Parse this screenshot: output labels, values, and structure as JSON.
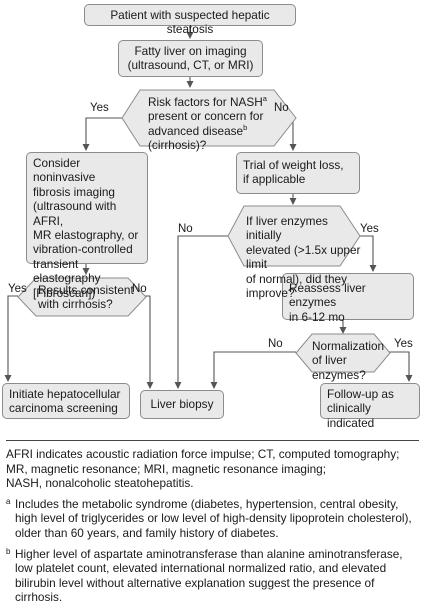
{
  "flow": {
    "start": "Patient with suspected hepatic steatosis",
    "fatty_liver": [
      "Fatty liver on imaging",
      "(ultrasound, CT, or MRI)"
    ],
    "risk_q": {
      "l1": "Risk factors for NASH",
      "l1_sup": "a",
      "l2": "present or concern for",
      "l3": "advanced disease",
      "l3_sup": "b",
      "l3_tail": " (cirrhosis)?"
    },
    "noninvasive": [
      "Consider noninvasive",
      "fibrosis imaging",
      "(ultrasound with AFRI,",
      "MR elastography, or",
      "vibration-controlled",
      "transient elastography",
      "[Fibroscan])"
    ],
    "weight_loss": [
      "Trial of weight loss,",
      "if applicable"
    ],
    "enzymes_q": [
      "If liver enzymes initially",
      "elevated (>1.5x upper limit",
      "of normal), did they improve?"
    ],
    "reassess": [
      "Reassess liver enzymes",
      "in 6-12 mo"
    ],
    "cirrhosis_q": [
      "Results consistent",
      "with cirrhosis?"
    ],
    "normalization_q": [
      "Normalization",
      "of liver enzymes?"
    ],
    "hcc": [
      "Initiate hepatocellular",
      "carcinoma screening"
    ],
    "biopsy": "Liver biopsy",
    "followup": [
      "Follow-up as",
      "clinically indicated"
    ],
    "yes": "Yes",
    "no": "No"
  },
  "legend": {
    "abbrev": [
      "AFRI indicates acoustic radiation force impulse; CT, computed tomography;",
      "MR, magnetic resonance; MRI, magnetic resonance imaging;",
      "NASH, nonalcoholic steatohepatitis."
    ],
    "fn_a_mark": "a",
    "fn_a": "Includes the metabolic syndrome (diabetes, hypertension, central obesity, high level of triglycerides or low level of high-density lipoprotein cholesterol), older than 60 years, and family history of diabetes.",
    "fn_b_mark": "b",
    "fn_b": "Higher level of aspartate aminotransferase than alanine aminotransferase, low platelet count, elevated international normalized ratio, and elevated bilirubin level without alternative explanation suggest the presence of cirrhosis."
  }
}
